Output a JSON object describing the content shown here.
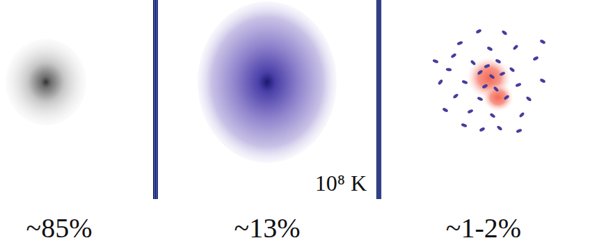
{
  "diagram": {
    "labels": [
      "10⁸ K",
      "~85%",
      "~13%",
      "~1-2%"
    ]
  }
}
